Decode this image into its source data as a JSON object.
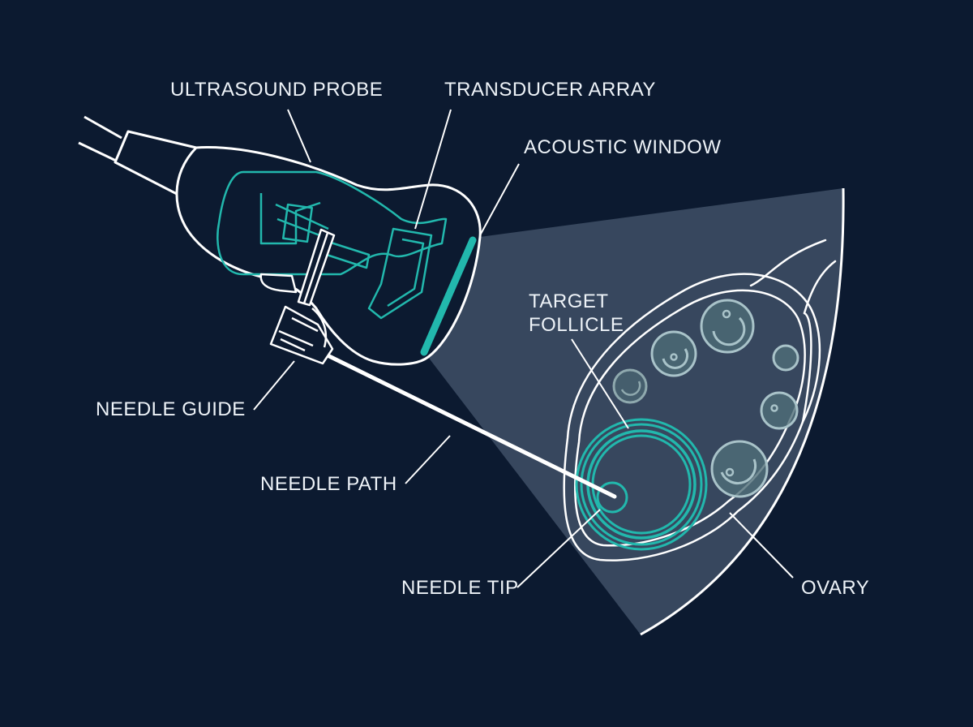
{
  "colors": {
    "background": "#0c1a30",
    "outline": "#ffffff",
    "accent": "#22b8ad",
    "beam": "#3f5066",
    "follicle_fill": "#4f6e78",
    "follicle_stroke": "#a9c3c9"
  },
  "labels": {
    "ultrasound_probe": "ULTRASOUND PROBE",
    "transducer_array": "TRANSDUCER ARRAY",
    "acoustic_window": "ACOUSTIC WINDOW",
    "target_follicle": "TARGET\nFOLLICLE",
    "needle_guide": "NEEDLE GUIDE",
    "needle_path": "NEEDLE PATH",
    "needle_tip": "NEEDLE TIP",
    "ovary": "OVARY"
  }
}
